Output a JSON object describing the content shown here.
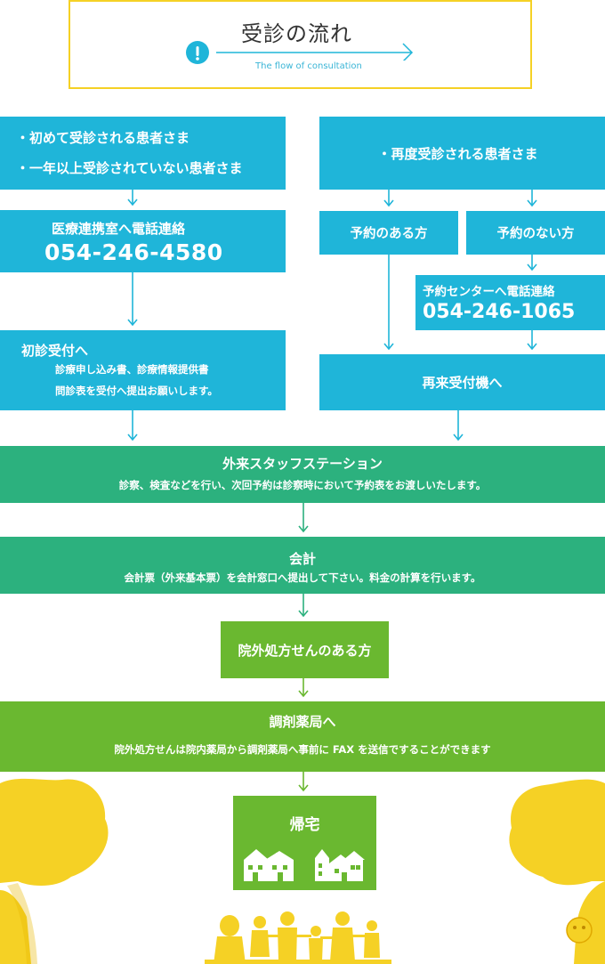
{
  "header": {
    "title": "受診の流れ",
    "subtitle": "The flow of consultation"
  },
  "left": {
    "patients": [
      "・初めて受診される患者さま",
      "・一年以上受診されていない患者さま"
    ],
    "referral": {
      "label": "医療連携室へ電話連絡",
      "phone": "054-246-4580"
    },
    "first_visit": {
      "title": "初診受付へ",
      "line1": "診療申し込み書、診療情報提供書",
      "line2": "問診表を受付へ提出お願いします。"
    }
  },
  "right": {
    "patients": "・再度受診される患者さま",
    "with_appointment": "予約のある方",
    "without_appointment": "予約のない方",
    "reservation": {
      "label": "予約センターへ電話連絡",
      "phone": "054-246-1065"
    },
    "revisit": "再来受付機へ"
  },
  "steps": {
    "staff_station": {
      "title": "外来スタッフステーション",
      "desc": "診察、検査などを行い、次回予約は診察時において予約表をお渡しいたします。"
    },
    "accounting": {
      "title": "会計",
      "desc": "会計票（外来基本票）を会計窓口へ提出して下さい。料金の計算を行います。"
    },
    "prescription": "院外処方せんのある方",
    "pharmacy": {
      "title": "調剤薬局へ",
      "desc": "院外処方せんは院内薬局から調剤薬局へ事前に FAX を送信ですることができます"
    },
    "home": "帰宅"
  },
  "colors": {
    "blue": "#1fb5d9",
    "teal": "#2cb17e",
    "green": "#6ab830",
    "yellow": "#f5d125",
    "arrow": "#1fb5d9"
  }
}
